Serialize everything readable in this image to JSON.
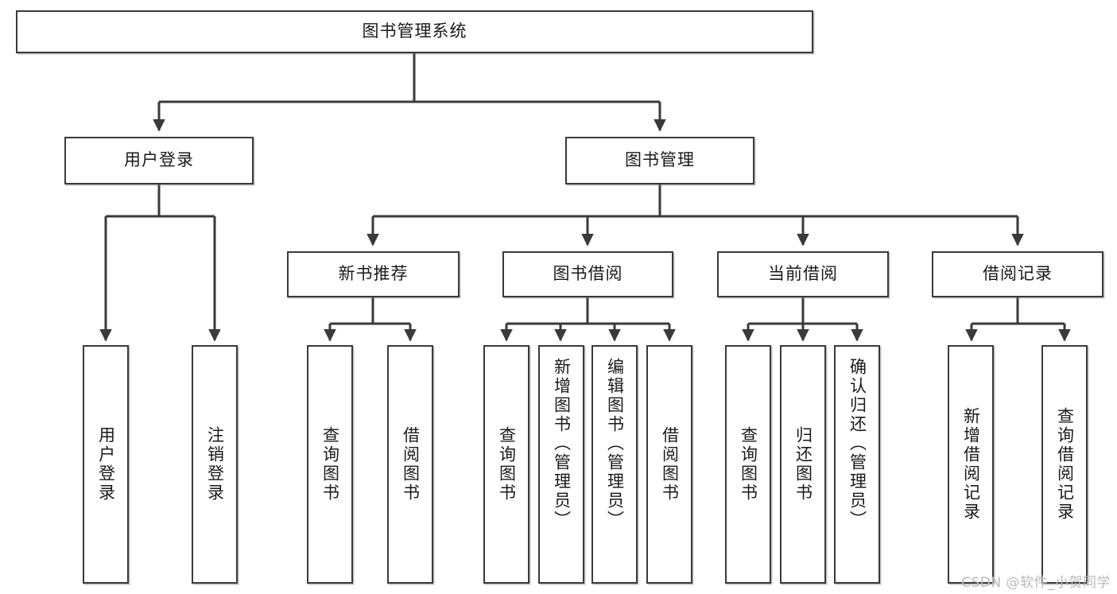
{
  "diagram": {
    "title": "图书管理系统",
    "type": "tree-hierarchy-diagram",
    "root": {
      "label": "图书管理系统",
      "id": "root"
    },
    "level2": [
      {
        "id": "user-login",
        "label": "用户登录"
      },
      {
        "id": "book-management",
        "label": "图书管理"
      }
    ],
    "level3": [
      {
        "id": "new-book-recommend",
        "label": "新书推荐",
        "parent": "book-management"
      },
      {
        "id": "book-borrow",
        "label": "图书借阅",
        "parent": "book-management"
      },
      {
        "id": "current-borrow",
        "label": "当前借阅",
        "parent": "book-management"
      },
      {
        "id": "borrow-record",
        "label": "借阅记录",
        "parent": "book-management"
      }
    ],
    "leaves": {
      "user-login": [
        {
          "id": "leaf-user-login",
          "label": "用户登录"
        },
        {
          "id": "leaf-logout",
          "label": "注销登录"
        }
      ],
      "new-book-recommend": [
        {
          "id": "leaf-query-book-1",
          "label": "查询图书"
        },
        {
          "id": "leaf-borrow-book-1",
          "label": "借阅图书"
        }
      ],
      "book-borrow": [
        {
          "id": "leaf-query-book-2",
          "label": "查询图书"
        },
        {
          "id": "leaf-add-book",
          "label": "新增图书（管理员）"
        },
        {
          "id": "leaf-edit-book",
          "label": "编辑图书（管理员）"
        },
        {
          "id": "leaf-borrow-book-2",
          "label": "借阅图书"
        }
      ],
      "current-borrow": [
        {
          "id": "leaf-query-book-3",
          "label": "查询图书"
        },
        {
          "id": "leaf-return-book",
          "label": "归还图书"
        },
        {
          "id": "leaf-confirm-return",
          "label": "确认归还（管理员）"
        }
      ],
      "borrow-record": [
        {
          "id": "leaf-add-record",
          "label": "新增借阅记录"
        },
        {
          "id": "leaf-query-record",
          "label": "查询借阅记录"
        }
      ]
    }
  },
  "watermark": {
    "text": "CSDN @软件_小贺同学"
  },
  "colors": {
    "box_border": "#3a3a3a",
    "box_fill": "#ffffff",
    "line": "#3a3a3a",
    "text": "#1a1a1a",
    "watermark": "#b9b9b9",
    "background": "#ffffff"
  }
}
